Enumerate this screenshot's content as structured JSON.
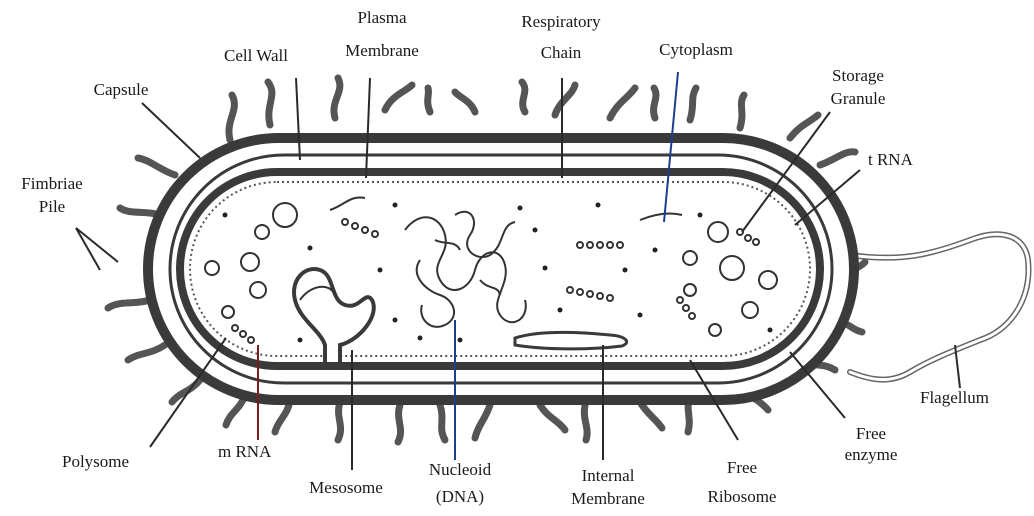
{
  "diagram": {
    "labels": {
      "cell_wall": "Cell Wall",
      "plasma_membrane_l1": "Plasma",
      "plasma_membrane_l2": "Membrane",
      "respiratory_chain_l1": "Respiratory",
      "respiratory_chain_l2": "Chain",
      "cytoplasm": "Cytoplasm",
      "storage_granule_l1": "Storage",
      "storage_granule_l2": "Granule",
      "capsule": "Capsule",
      "trna": "t RNA",
      "fimbriae_l1": "Fimbriae",
      "fimbriae_l2": "Pile",
      "flagellum": "Flagellum",
      "free_enzyme_l1": "Free",
      "free_enzyme_l2": "enzyme",
      "polysome": "Polysome",
      "mrna": "m RNA",
      "mesosome": "Mesosome",
      "nucleoid_l1": "Nucleoid",
      "nucleoid_l2": "(DNA)",
      "internal_membrane_l1": "Internal",
      "internal_membrane_l2": "Membrane",
      "free_ribosome_l1": "Free",
      "free_ribosome_l2": "Ribosome"
    },
    "colors": {
      "outline": "#3a3a3a",
      "pointer_dark": "#2a2a2a",
      "pointer_blue": "#1c3f8c",
      "pointer_red": "#7a1f1f",
      "background": "#ffffff"
    }
  }
}
